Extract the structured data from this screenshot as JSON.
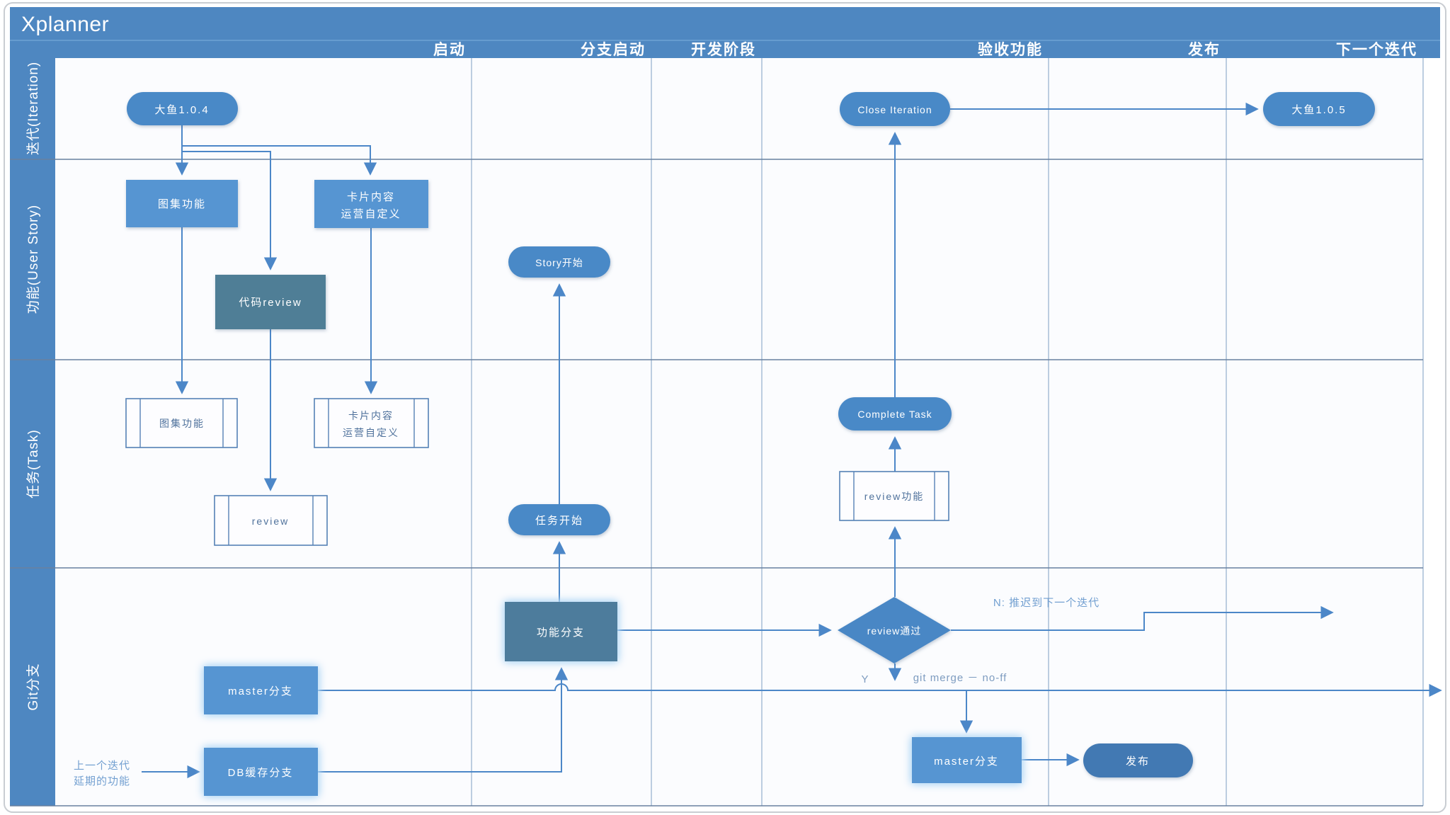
{
  "title": "Xplanner",
  "columns": [
    "启动",
    "分支启动",
    "开发阶段",
    "验收功能",
    "发布",
    "下一个迭代"
  ],
  "lanes": [
    "迭代(Iteration)",
    "功能(User Story)",
    "任务(Task)",
    "Git分支"
  ],
  "nodes": {
    "dayu104": "大鱼1.0.4",
    "close_iteration": "Close Iteration",
    "dayu105": "大鱼1.0.5",
    "tuji_story": "图集功能",
    "kapian_story_line1": "卡片内容",
    "kapian_story_line2": "运营自定义",
    "code_review": "代码review",
    "story_start": "Story开始",
    "tuji_task": "图集功能",
    "kapian_task_line1": "卡片内容",
    "kapian_task_line2": "运营自定义",
    "review_task": "review",
    "task_start": "任务开始",
    "complete_task": "Complete Task",
    "review_feature_task": "review功能",
    "feature_branch": "功能分支",
    "review_pass": "review通过",
    "master_branch_start": "master分支",
    "db_cache_branch": "DB缓存分支",
    "master_branch_accept": "master分支",
    "release": "发布"
  },
  "annotations": {
    "carryover_line1": "上一个迭代",
    "carryover_line2": "延期的功能",
    "defer_next": "N: 推迟到下一个迭代",
    "yes": "Y",
    "git_merge": "git merge － no-ff"
  },
  "colors": {
    "bar_blue": "#4e87c1",
    "node_blue": "#4a89c7",
    "light_node_blue": "#5795d2",
    "dark_slate": "#4f7e96",
    "branch_slate": "#4d7b9c",
    "release_blue": "#4379b3",
    "connector": "#4c87c8",
    "task_fill": "#fdfdff",
    "task_border": "#5581b5"
  }
}
